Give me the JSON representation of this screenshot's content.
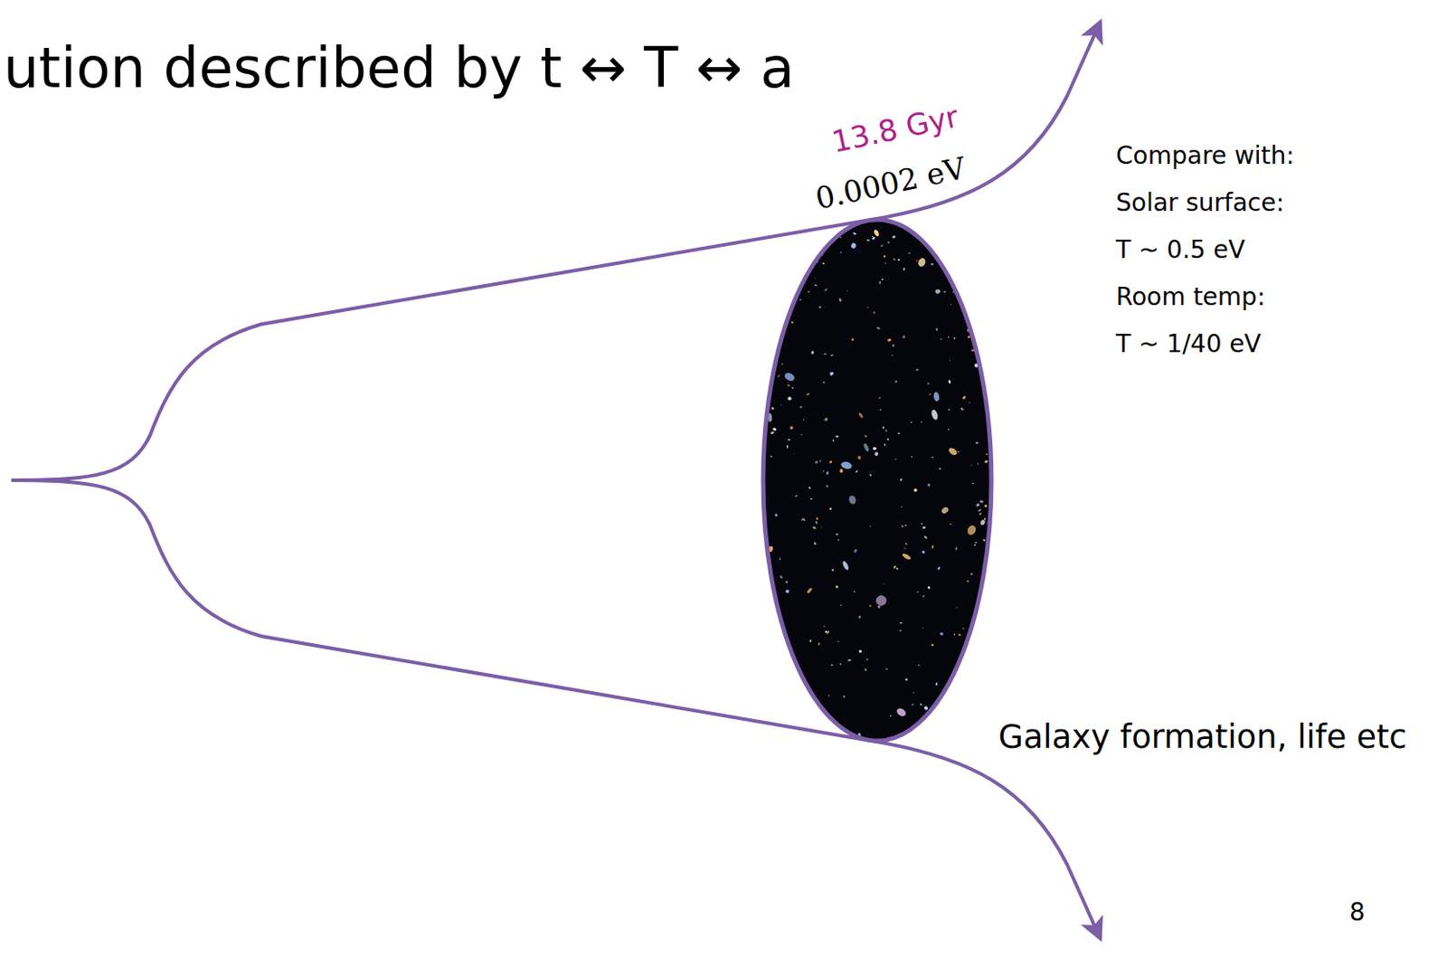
{
  "diagram": {
    "title": "ution described by t ↔ T ↔ a",
    "labels": [
      "13.8 Gyr",
      "0.0002 eV",
      "Compare with:",
      "Solar surface:",
      "T ~ 0.5 eV",
      "Room temp:",
      "T ~ 1/40 eV",
      "Galaxy formation, life etc",
      "8"
    ]
  }
}
